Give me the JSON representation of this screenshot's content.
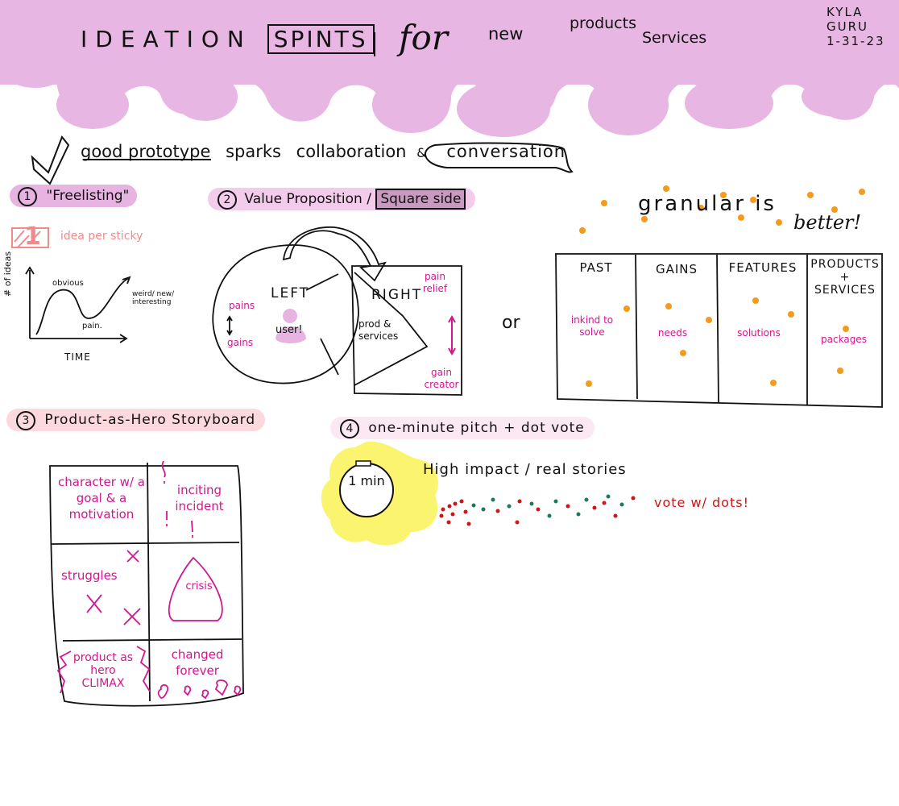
{
  "header": {
    "title_part1": "IDEATION",
    "title_boxed": "SPINTS",
    "title_for": "for",
    "title_new": "new",
    "title_products": "products",
    "title_services": "Services",
    "author_line1": "KYLA",
    "author_line2": "GURU",
    "date": "1-31-23"
  },
  "tagline": {
    "part1": "good prototype",
    "part2": "sparks",
    "part3": "collaboration",
    "amp": "&",
    "part4": "conversation"
  },
  "section1": {
    "number": "1",
    "label": "\"Freelisting\"",
    "sticky_number": "1",
    "sticky_note": "idea per sticky",
    "graph": {
      "y_label": "# of ideas",
      "x_label": "TIME",
      "obvious": "obvious",
      "pain": "pain.",
      "weird": "weird/ new/ interesting"
    }
  },
  "section2": {
    "number": "2",
    "label": "Value Proposition /",
    "boxed": "Square side",
    "left_label": "LEFT",
    "right_label": "RIGHT",
    "pains": "pains",
    "gains": "gains",
    "user": "user!",
    "prod_services": "prod & services",
    "pain_relief": "pain relief",
    "gain_creator": "gain creator",
    "or": "or"
  },
  "granular": {
    "line1": "granular is",
    "line2": "better!"
  },
  "table": {
    "columns": [
      {
        "head": "PAST",
        "body": "inkind to solve"
      },
      {
        "head": "GAINS",
        "body": "needs"
      },
      {
        "head": "FEATURES",
        "body": "solutions"
      },
      {
        "head": "PRODUCTS + SERVICES",
        "body": "packages"
      }
    ]
  },
  "section3": {
    "number": "3",
    "label": "Product-as-Hero Storyboard",
    "cells": {
      "c1": "character w/ a goal & a motivation",
      "c2": "inciting incident",
      "c3": "struggles",
      "c4": "crisis",
      "c5": "product as hero CLIMAX",
      "c6": "changed forever"
    }
  },
  "section4": {
    "number": "4",
    "label": "one-minute pitch + dot vote",
    "timer": "1 min",
    "high_impact": "High impact / real stories",
    "vote": "vote w/ dots!"
  },
  "colors": {
    "drip": "#e8b6e3",
    "accent_pink": "#d1178f",
    "orange_dot": "#f59a1b",
    "yellow_glow": "#fbf46e",
    "vote_red": "#d11414",
    "vote_green": "#1b7a5a"
  }
}
